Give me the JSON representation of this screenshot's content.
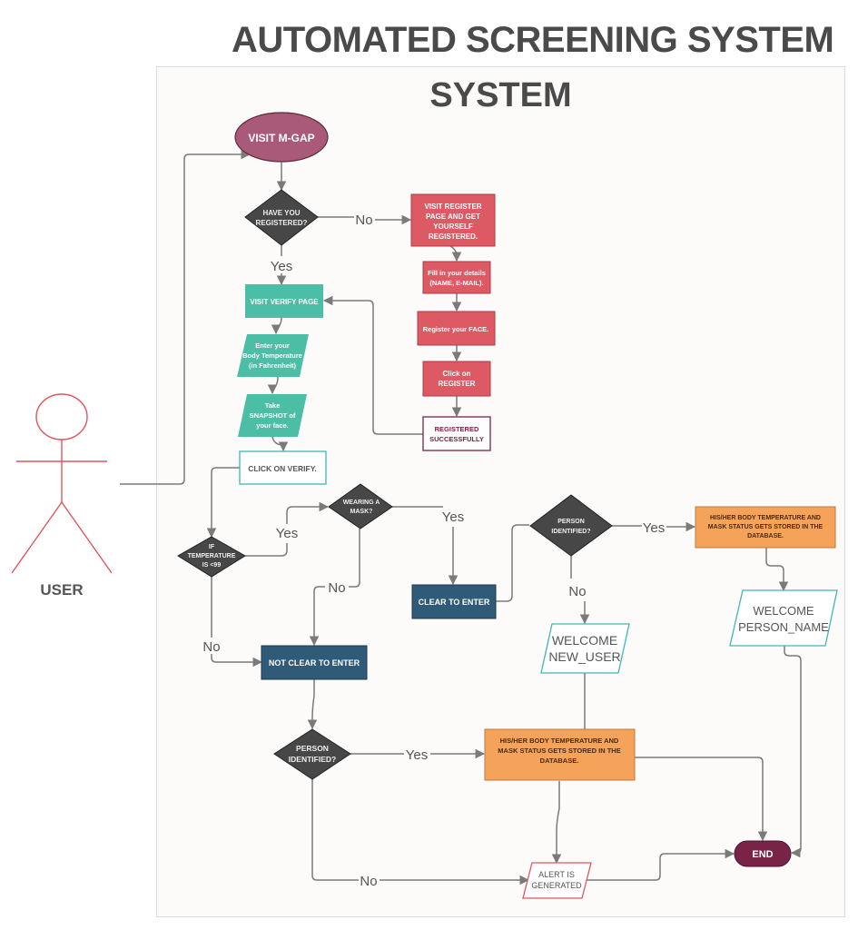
{
  "title": "AUTOMATED  SCREENING SYSTEM",
  "subtitle": "SYSTEM",
  "actor": {
    "label": "USER",
    "color": "#e0555f"
  },
  "colors": {
    "start": "#a85a78",
    "decision": "#474747",
    "register": "#dd5a64",
    "verify": "#4dbea6",
    "outlined_teal": "#3fb6b2",
    "outlined_maroon": "#7a2348",
    "status": "#2f5b78",
    "database": "#f5a25a",
    "end": "#7a2348",
    "alert_border": "#e0555f",
    "connector": "#7a7a7a"
  },
  "nodes": {
    "visit_mgap": "VISIT  M-GAP",
    "have_registered": [
      "HAVE YOU",
      "REGISTERED?"
    ],
    "visit_register": [
      "VISIT REGISTER",
      "PAGE AND GET",
      "YOURSELF",
      "REGISTERED."
    ],
    "fill_details": [
      "Fill in your details",
      "(NAME, E-MAIL)."
    ],
    "register_face": "Register your FACE.",
    "click_register": [
      "Click on",
      "REGISTER"
    ],
    "registered_successfully": [
      "REGISTERED",
      "SUCCESSFULLY"
    ],
    "visit_verify": "VISIT VERIFY PAGE",
    "enter_temp": [
      "Enter your",
      "Body Temperature",
      "(in Fahrenheit)"
    ],
    "take_snapshot": [
      "Take",
      "SNAPSHOT of",
      "your face."
    ],
    "click_verify": "CLICK ON VERIFY.",
    "temp_check": [
      "IF",
      "TEMPERATURE",
      "IS <99"
    ],
    "wearing_mask": [
      "WEARING A",
      "MASK?"
    ],
    "clear_to_enter": "CLEAR TO ENTER",
    "not_clear_to_enter": "NOT CLEAR TO ENTER",
    "person_identified_top": [
      "PERSON",
      "IDENTIFIED?"
    ],
    "db_store_top": [
      "HIS/HER BODY TEMPERATURE AND",
      "MASK STATUS  GETS STORED IN THE",
      "DATABASE."
    ],
    "welcome_person": [
      "WELCOME",
      "PERSON_NAME"
    ],
    "welcome_new_user": [
      "WELCOME",
      "NEW_USER"
    ],
    "person_identified_bottom": [
      "PERSON",
      "IDENTIFIED?"
    ],
    "db_store_bottom": [
      "HIS/HER BODY TEMPERATURE AND",
      "MASK STATUS  GETS STORED IN THE",
      "DATABASE."
    ],
    "alert_generated": [
      "ALERT IS",
      "GENERATED"
    ],
    "end": "END"
  },
  "edge_labels": {
    "registered_no": "No",
    "registered_yes": "Yes",
    "temp_yes": "Yes",
    "temp_no": "No",
    "mask_yes": "Yes",
    "mask_no": "No",
    "identified_top_yes": "Yes",
    "identified_top_no": "No",
    "identified_bottom_yes": "Yes",
    "identified_bottom_no": "No"
  }
}
